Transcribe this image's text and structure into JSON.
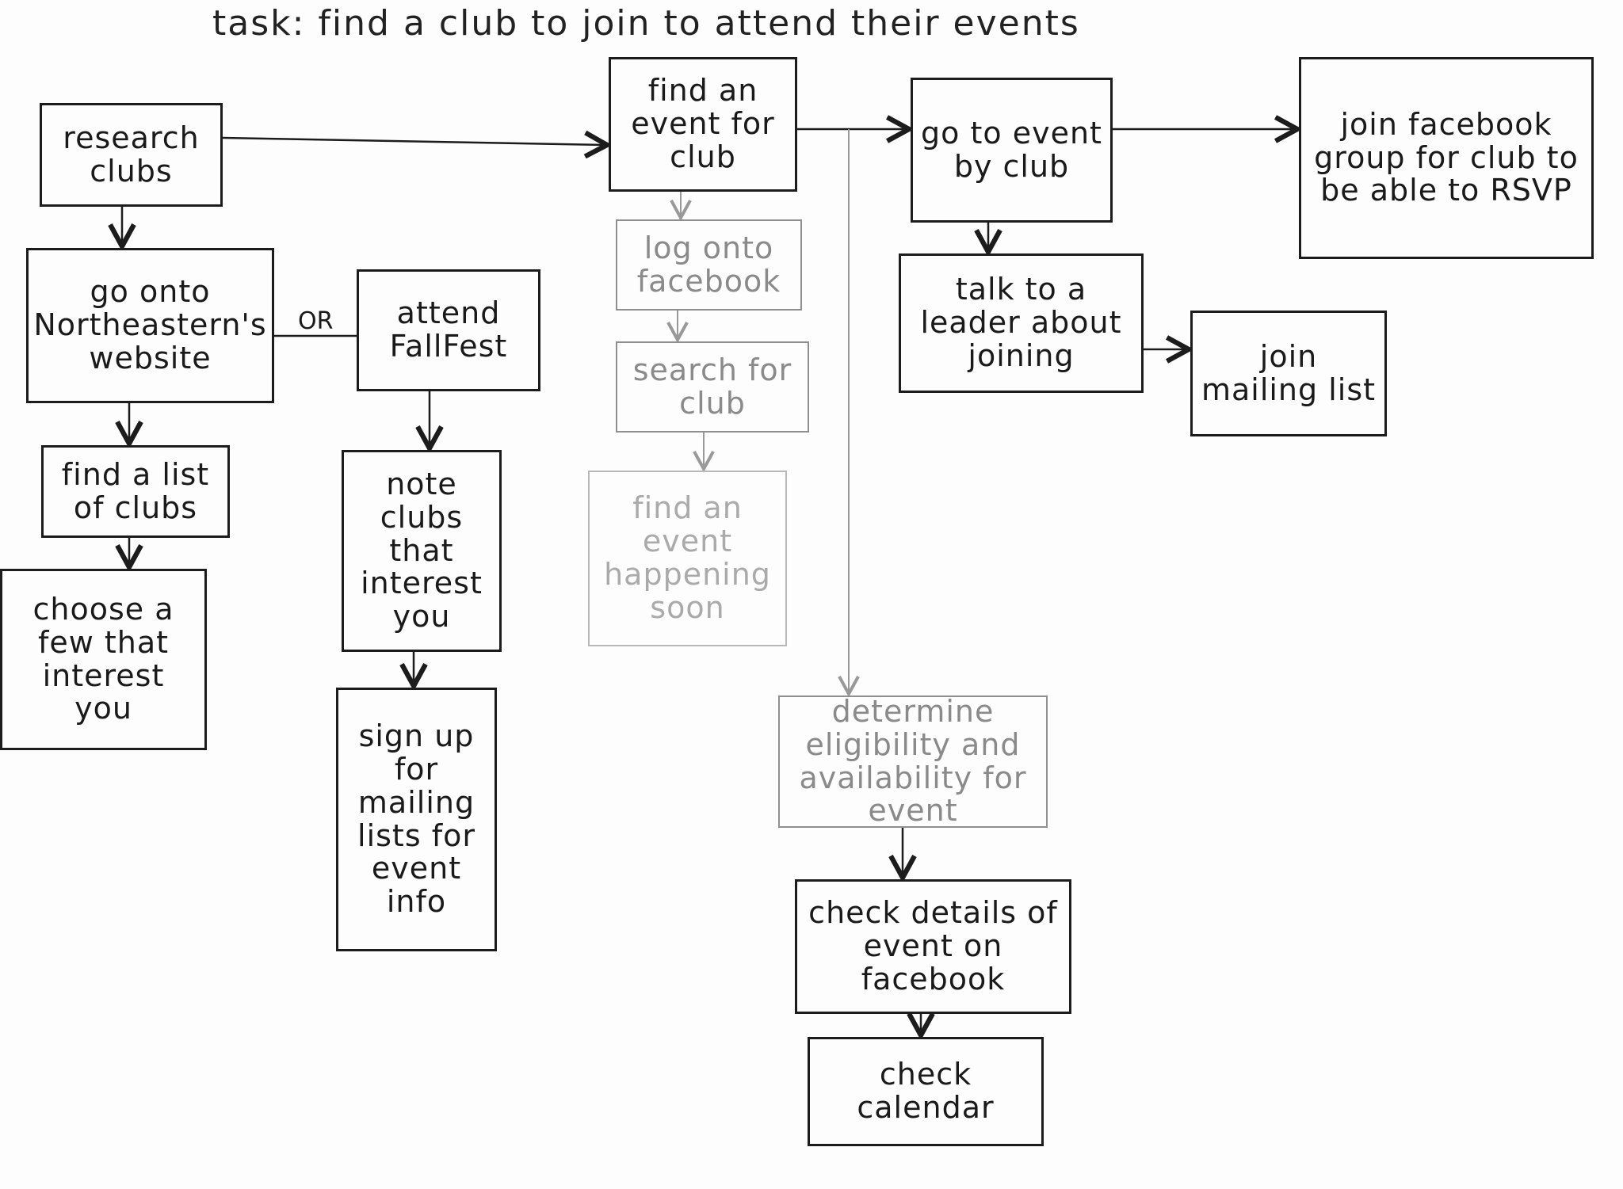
{
  "title": "task: find a club to join to attend their events",
  "or_label": "OR",
  "nodes": {
    "research_clubs": "research clubs",
    "go_onto_website": "go onto Northeastern's website",
    "attend_fallfest": "attend FallFest",
    "find_list": "find a list of clubs",
    "choose_few": "choose a few that interest you",
    "note_clubs": "note clubs that interest you",
    "sign_up": "sign up for mailing lists for event info",
    "find_event": "find an event for club",
    "log_onto_facebook": "log onto facebook",
    "search_club": "search for club",
    "find_event_soon": "find an event happening soon",
    "go_to_event": "go to event by club",
    "join_fb_group": "join facebook group for club to be able to RSVP",
    "talk_leader": "talk to a leader about joining",
    "join_mailing": "join mailing list",
    "determine_eligibility": "determine eligibility and availability for event",
    "check_details": "check details of event on facebook",
    "check_calendar": "check calendar"
  },
  "colors": {
    "ink": "#1c1c1c",
    "faint": "#8f8f8f",
    "paper": "#fdfdfd"
  }
}
